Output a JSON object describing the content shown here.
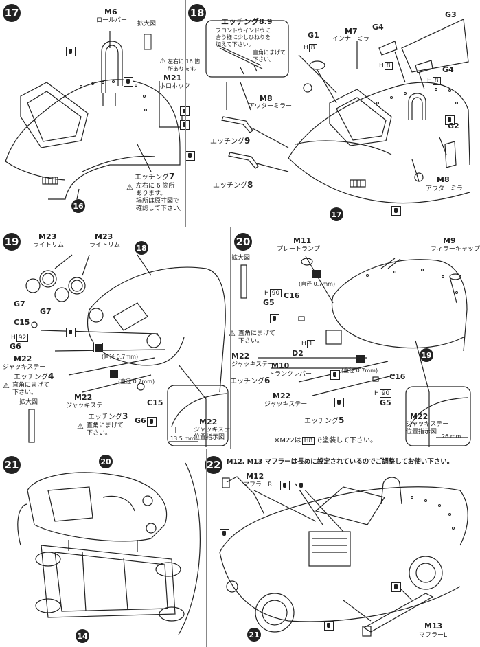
{
  "steps": [
    {
      "no": "17"
    },
    {
      "no": "18"
    },
    {
      "no": "19"
    },
    {
      "no": "20"
    },
    {
      "no": "21"
    },
    {
      "no": "22"
    }
  ],
  "s17": {
    "m6": "M6",
    "m6_sub": "ロールバー",
    "kakudai": "拡大図",
    "holes_note": "左右に 16 箇\n所あります。",
    "m21": "M21",
    "m21_sub": "ホロホック",
    "etching": "エッチング",
    "etching_no": "7",
    "etching_note": "左右に 6 箇所\nあります。\n場所は原寸図で\n確認して下さい。",
    "ref": "16"
  },
  "s18": {
    "etching89": "エッチング8.9",
    "etching89_note": "フロントウインドウに\n合う様に少しひねりを\n加えて下さい。",
    "bend_note": "直角にまげて\n下さい。",
    "g1": "G1",
    "m7": "M7",
    "m7_sub": "インナーミラー",
    "g3": "G3",
    "g4a": "G4",
    "g4b": "G4",
    "h8a": "8",
    "h8b": "8",
    "h8c": "8",
    "m8a": "M8",
    "m8a_sub": "アウターミラー",
    "etching9": "エッチング",
    "etching9_no": "9",
    "etching8": "エッチング",
    "etching8_no": "8",
    "g2": "G2",
    "m8b": "M8",
    "m8b_sub": "アウターミラー",
    "ref": "17"
  },
  "s19": {
    "m23a": "M23",
    "m23a_sub": "ライトリム",
    "m23b": "M23",
    "m23b_sub": "ライトリム",
    "g7a": "G7",
    "g7b": "G7",
    "c15a": "C15",
    "h92": "92",
    "g6a": "G6",
    "m22a": "M22",
    "m22a_sub": "ジャッキステー",
    "etching4": "エッチング",
    "etching4_no": "4",
    "bend_note": "直角にまげて\n下さい。",
    "kakudai": "拡大図",
    "drill1": "(直径 0.7mm)",
    "drill2": "(直径 0.7mm)",
    "m22b": "M22",
    "m22b_sub": "ジャッキステー",
    "etching3": "エッチング",
    "etching3_no": "3",
    "bend_note2": "直角にまげて\n下さい。",
    "c15b": "C15",
    "g6b": "G6",
    "m22c": "M22",
    "m22c_sub": "ジャッキステー\n位置指示図",
    "dim": "13.5 mm",
    "ref": "18"
  },
  "s20": {
    "m11": "M11",
    "m11_sub": "プレートランプ",
    "m9": "M9",
    "m9_sub": "フィラーキャップ",
    "kakudai": "拡大図",
    "h90a": "90",
    "drill1": "(直径 0.7mm)",
    "g5a": "G5",
    "c16a": "C16",
    "bend_note": "直角にまげて\n下さい。",
    "h1": "1",
    "d2": "D2",
    "m22a": "M22",
    "m22a_sub": "ジャッキステー",
    "m10": "M10",
    "m10_sub": "トランクレバー",
    "etching6": "エッチング",
    "etching6_no": "6",
    "drill2": "(直径 0.7mm)",
    "c16b": "C16",
    "m22b": "M22",
    "m22b_sub": "ジャッキステー",
    "h90b": "90",
    "g5b": "G5",
    "etching5": "エッチング",
    "etching5_no": "5",
    "m22c": "M22",
    "m22c_sub": "ジャッキステー\n位置指示図",
    "dim": "26 mm",
    "footnote_pre": "※M22は",
    "footnote_h": "8",
    "footnote_post": "で塗装して下さい。",
    "ref": "19"
  },
  "s21": {
    "ref_top": "20",
    "ref_bottom": "14"
  },
  "s22": {
    "header": "M12. M13 マフラーは長めに設定されているのでご調整してお使い下さい。",
    "m12": "M12",
    "m12_sub": "マフラーR",
    "m13": "M13",
    "m13_sub": "マフラーL",
    "ref": "21"
  }
}
